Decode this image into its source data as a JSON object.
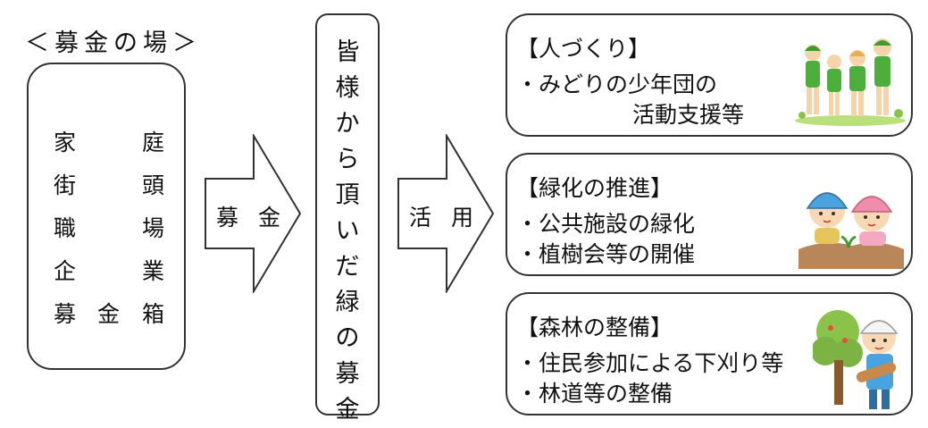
{
  "venues": {
    "title": "＜募金の場＞",
    "items": [
      [
        "家",
        "庭"
      ],
      [
        "街",
        "頭"
      ],
      [
        "職",
        "場"
      ],
      [
        "企",
        "業"
      ],
      [
        "募",
        "金",
        "箱"
      ]
    ]
  },
  "arrow_fundraising": {
    "label": "募金"
  },
  "center": {
    "chars": [
      "皆",
      "様",
      "か",
      "ら",
      "頂",
      "い",
      "だ",
      "緑",
      "の",
      "募",
      "金"
    ]
  },
  "arrow_use": {
    "label": "活用"
  },
  "cards": [
    {
      "title": "【人づくり】",
      "lines": [
        "・みどりの少年団の",
        "活動支援等"
      ],
      "illustration": "children-group-illustration"
    },
    {
      "title": "【緑化の推進】",
      "lines": [
        "・公共施設の緑化",
        "・植樹会等の開催"
      ],
      "illustration": "children-planting-illustration"
    },
    {
      "title": "【森林の整備】",
      "lines": [
        "・住民参加による下刈り等",
        "・林道等の整備"
      ],
      "illustration": "forest-worker-illustration"
    }
  ],
  "colors": {
    "border": "#333333",
    "green": "#4caf3b",
    "leaf_light": "#8bc34a",
    "helmet_blue": "#4aa3df",
    "helmet_pink": "#f08cae"
  }
}
